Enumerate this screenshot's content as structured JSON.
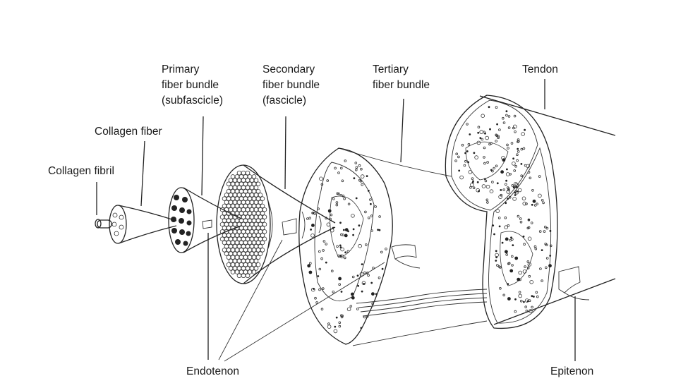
{
  "labels": {
    "collagen_fibril": "Collagen fibril",
    "collagen_fiber": "Collagen fiber",
    "primary": {
      "line1": "Primary",
      "line2": "fiber bundle",
      "line3": "(subfascicle)"
    },
    "secondary": {
      "line1": "Secondary",
      "line2": "fiber bundle",
      "line3": "(fascicle)"
    },
    "tertiary": {
      "line1": "Tertiary",
      "line2": "fiber bundle"
    },
    "tendon": "Tendon",
    "endotenon": "Endotenon",
    "epitenon": "Epitenon"
  }
}
